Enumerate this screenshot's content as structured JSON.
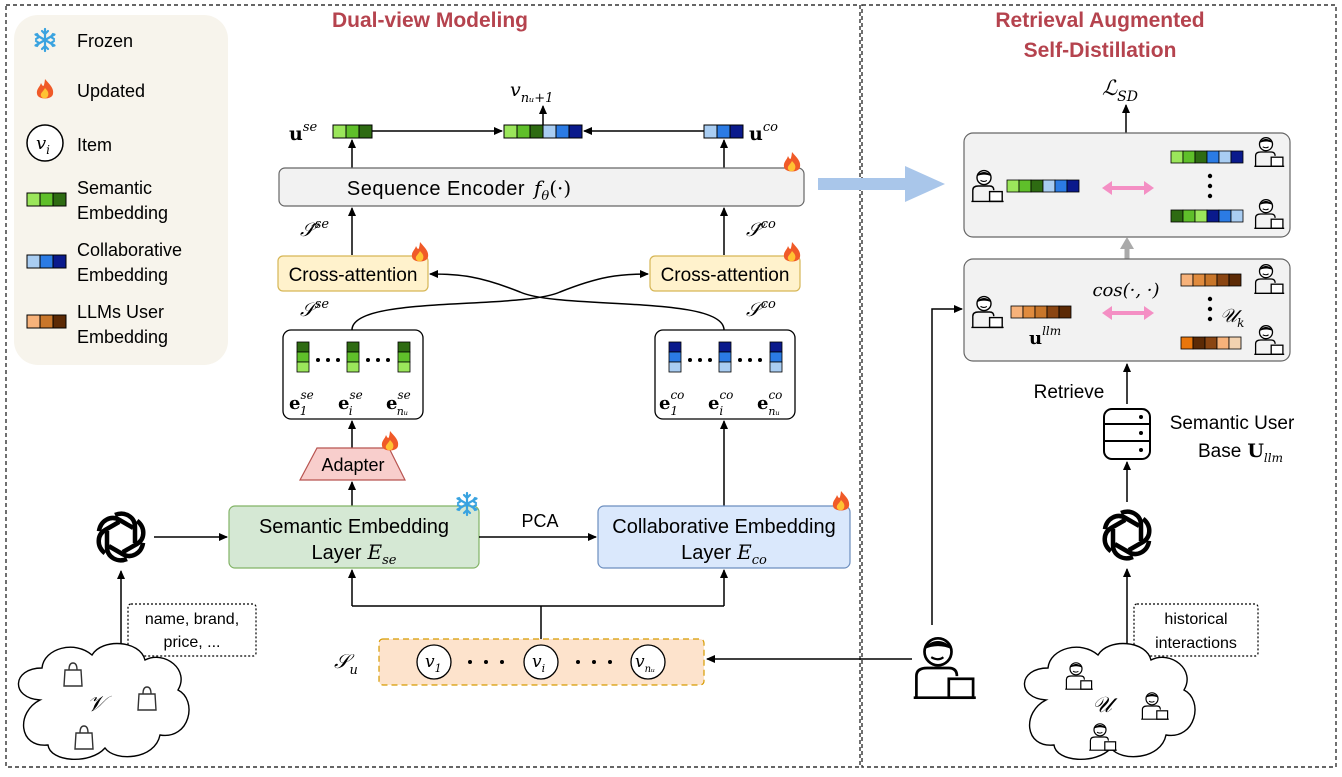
{
  "sections": {
    "left_title": "Dual-view Modeling",
    "right_title_line1": "Retrieval Augmented",
    "right_title_line2": "Self-Distillation"
  },
  "legend": {
    "frozen": "Frozen",
    "updated": "Updated",
    "item_symbol": "v",
    "item_sub": "i",
    "item": "Item",
    "semantic_1": "Semantic",
    "semantic_2": "Embedding",
    "collab_1": "Collaborative",
    "collab_2": "Embedding",
    "llm_1": "LLMs User",
    "llm_2": "Embedding"
  },
  "dual_view": {
    "sequence_encoder": "Sequence Encoder",
    "encoder_fn": "f",
    "encoder_sub": "θ",
    "encoder_args": "(·)",
    "cross_attention_left": "Cross-attention",
    "cross_attention_right": "Cross-attention",
    "adapter": "Adapter",
    "semantic_layer_1": "Semantic Embedding",
    "semantic_layer_2": "Layer",
    "semantic_layer_sym": "E",
    "semantic_layer_sub": "se",
    "collab_layer_1": "Collaborative Embedding",
    "collab_layer_2": "Layer",
    "collab_layer_sym": "E",
    "collab_layer_sub": "co",
    "pca": "PCA",
    "attributes_1": "name, brand,",
    "attributes_2": "price, ...",
    "item_set": "𝒱",
    "sequence_label": "𝒮",
    "sequence_sub": "u",
    "seq_items": [
      {
        "sym": "v",
        "sub": "1"
      },
      {
        "sym": "v",
        "sub": "i"
      },
      {
        "sym": "v",
        "sub": "nᵤ"
      }
    ],
    "target_item": "v",
    "target_sub": "nᵤ+1",
    "u_se": "u",
    "u_se_sup": "se",
    "u_co": "u",
    "u_co_sup": "co",
    "s_hat_se": "𝒮̂",
    "s_hat_se_sup": "se",
    "s_hat_co": "𝒮̂",
    "s_hat_co_sup": "co",
    "s_se": "𝒮",
    "s_se_sup": "se",
    "s_co": "𝒮",
    "s_co_sup": "co",
    "e_se": [
      "e",
      "e",
      "e"
    ],
    "e_se_sups": [
      "se",
      "se",
      "se"
    ],
    "e_se_subs": [
      "1",
      "i",
      "nᵤ"
    ],
    "e_co": [
      "e",
      "e",
      "e"
    ],
    "e_co_sups": [
      "co",
      "co",
      "co"
    ],
    "e_co_subs": [
      "1",
      "i",
      "nᵤ"
    ]
  },
  "retrieval": {
    "loss": "ℒ",
    "loss_sub": "SD",
    "cos": "cos(·, ·)",
    "u_llm": "u",
    "u_llm_sup": "llm",
    "u_k": "𝒰",
    "u_k_sub": "k",
    "retrieve": "Retrieve",
    "user_base_1": "Semantic User",
    "user_base_2": "Base",
    "user_base_sym": "U",
    "user_base_sub": "llm",
    "history_1": "historical",
    "history_2": "interactions",
    "user_set": "𝒰"
  },
  "colors": {
    "title": "#b5434e",
    "semantic": [
      "#9be65b",
      "#5fbf2a",
      "#2e6b12"
    ],
    "collaborative": [
      "#a9cdf2",
      "#2b7be4",
      "#0a1a8c"
    ],
    "llm": [
      "#f7b27a",
      "#c8762a",
      "#5c2a05"
    ],
    "semantic_layer_fill": "#d5e8d4",
    "collab_layer_fill": "#dae8fc",
    "cross_attention_fill": "#fff2cc",
    "adapter_fill": "#f8cecc",
    "sequence_fill": "#fde3cc",
    "panel_fill": "#f2f2f2",
    "legend_fill": "#f7f4ec"
  },
  "icons": [
    "snowflake-icon",
    "flame-icon",
    "openai-logo-icon",
    "user-laptop-icon",
    "database-icon",
    "shopping-bag-icon",
    "cloud-icon",
    "bidirectional-arrow-icon"
  ]
}
